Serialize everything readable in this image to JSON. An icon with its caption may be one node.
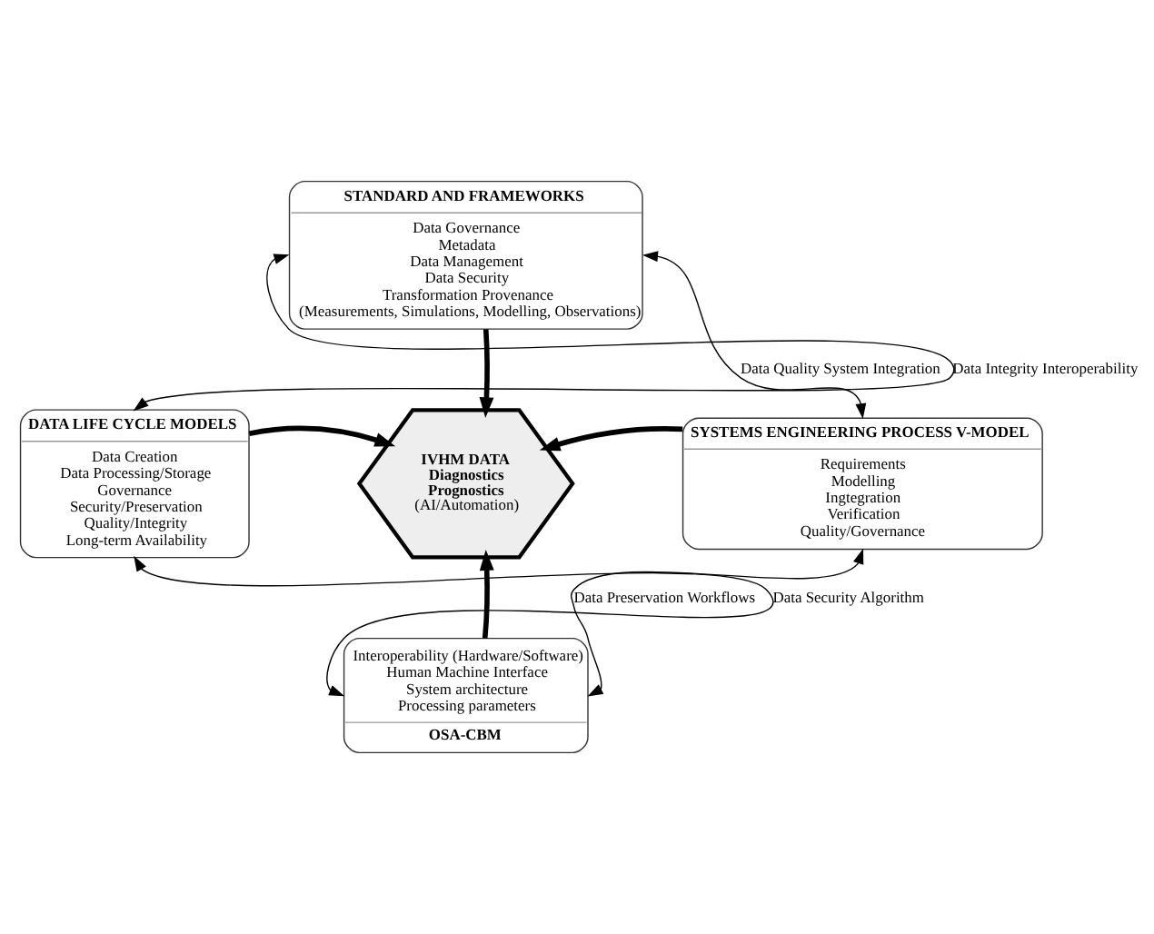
{
  "diagram": {
    "nodes": [
      {
        "text": [
          "STANDARD AND FRAMEWORKS",
          "Data Governance",
          "Metadata",
          "Data Management",
          "Data Security",
          "Transformation Provenance",
          "(Measurements, Simulations, Modelling, Observations)"
        ]
      },
      {
        "text": [
          "DATA LIFE CYCLE MODELS",
          "Data Creation",
          "Data Processing/Storage",
          "Governance",
          "Security/Preservation",
          "Quality/Integrity",
          "Long-term Availability"
        ]
      },
      {
        "text": [
          "IVHM DATA",
          "Diagnostics",
          "Prognostics",
          "(AI/Automation)"
        ]
      },
      {
        "text": [
          "SYSTEMS ENGINEERING PROCESS V-MODEL",
          "Requirements",
          "Modelling",
          "Ingtegration",
          "Verification",
          "Quality/Governance"
        ]
      },
      {
        "text": [
          "Interoperability (Hardware/Software)",
          "Human Machine Interface",
          "System architecture",
          "Processing parameters",
          "OSA-CBM"
        ]
      }
    ],
    "edges": [
      {
        "from": 1,
        "to": 0,
        "arrow": "both",
        "label": "Data Integrity Interoperability"
      },
      {
        "from": 0,
        "to": 3,
        "arrow": "both",
        "label": "Data Quality System Integration"
      },
      {
        "from": 0,
        "to": 2,
        "arrow": "to",
        "style": "thick"
      },
      {
        "from": 1,
        "to": 2,
        "arrow": "to",
        "style": "thick"
      },
      {
        "from": 3,
        "to": 2,
        "arrow": "to",
        "style": "thick"
      },
      {
        "from": 4,
        "to": 2,
        "arrow": "to",
        "style": "thick"
      },
      {
        "from": 4,
        "to": 1,
        "arrow": "both",
        "label": "Data Security Algorithm"
      },
      {
        "from": 4,
        "to": 3,
        "arrow": "both",
        "label": "Data Preservation Workflows"
      }
    ]
  }
}
